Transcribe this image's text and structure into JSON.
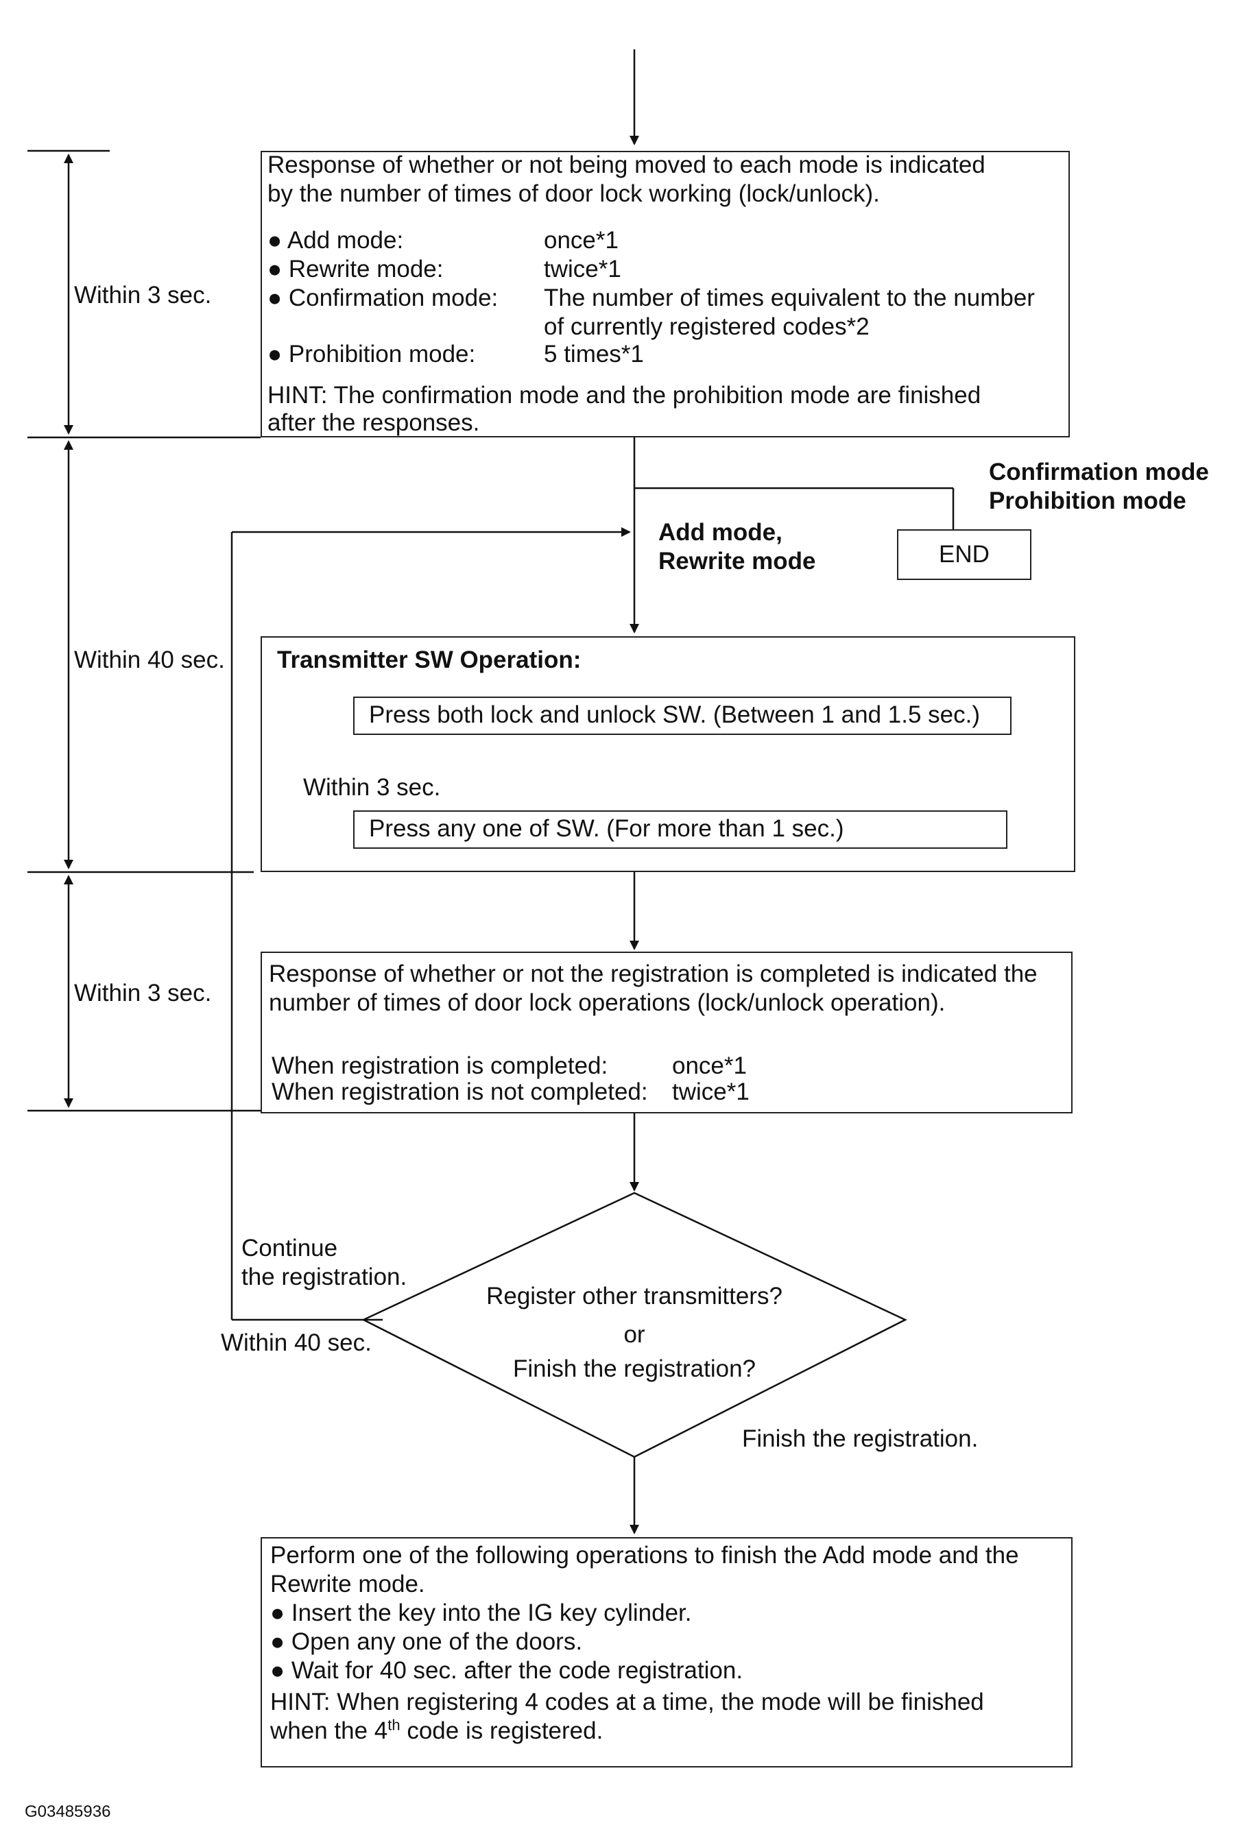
{
  "box1": {
    "line1": "Response of whether or not being moved to each mode is indicated",
    "line2": "by the number of times of door lock working (lock/unlock).",
    "items": [
      {
        "label": "● Add mode:",
        "value": "once*1"
      },
      {
        "label": "● Rewrite mode:",
        "value": "twice*1"
      },
      {
        "label": "● Confirmation mode:",
        "value": "The number of times equivalent to the number",
        "value2": "of currently registered codes*2"
      },
      {
        "label": "● Prohibition mode:",
        "value": "5 times*1"
      }
    ],
    "hint1": "HINT: The confirmation mode and the prohibition mode are finished",
    "hint2": "after the responses."
  },
  "timing": {
    "first": "Within 3 sec.",
    "second": "Within 40 sec.",
    "third": "Within 3 sec.",
    "inner": "Within 3 sec.",
    "loop": "Within 40 sec."
  },
  "branch": {
    "right_label1": "Confirmation mode",
    "right_label2": "Prohibition mode",
    "end": "END",
    "down_label1": "Add mode,",
    "down_label2": "Rewrite mode"
  },
  "box2": {
    "title": "Transmitter SW Operation:",
    "step1": "Press both lock and unlock SW. (Between 1 and 1.5 sec.)",
    "step2": "Press any one of SW. (For more than 1 sec.)"
  },
  "box3": {
    "line1": "Response of whether or not the registration is completed is indicated the",
    "line2": "number of times of door lock operations (lock/unlock operation).",
    "row1_label": "When registration is completed:",
    "row1_value": "once*1",
    "row2_label": "When registration is not completed:",
    "row2_value": "twice*1"
  },
  "decision": {
    "line1": "Register other transmitters?",
    "line2": "or",
    "line3": "Finish the registration?",
    "continue1": "Continue",
    "continue2": "the registration.",
    "finish": "Finish the registration."
  },
  "box4": {
    "line1": "Perform one of the following operations to finish the Add mode and the",
    "line2": "Rewrite mode.",
    "bullet1": "● Insert the key into the IG key cylinder.",
    "bullet2": "● Open any one of the doors.",
    "bullet3": "● Wait for 40 sec. after the code registration.",
    "hint1": "HINT: When registering 4 codes at a time, the mode will be finished",
    "hint2_pre": "when the 4",
    "hint2_sup": "th",
    "hint2_post": " code is registered."
  },
  "figure_id": "G03485936"
}
